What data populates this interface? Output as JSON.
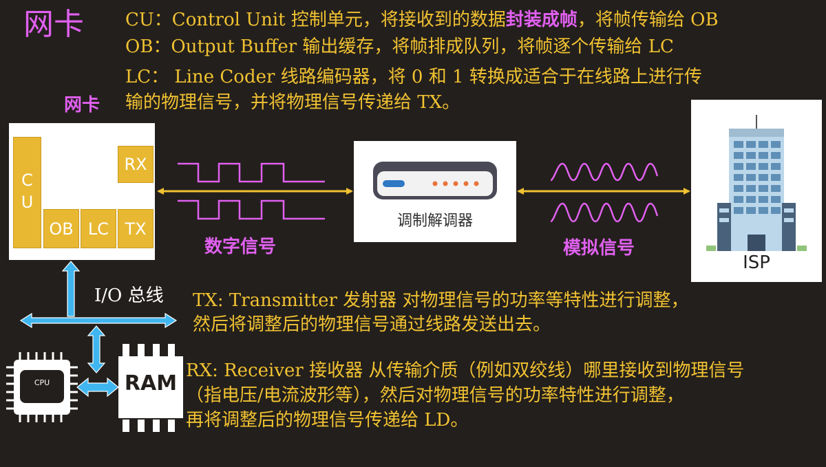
{
  "title": "网卡",
  "cu_line": {
    "prefix": "CU：Control Unit 控制单元，将接收到的数据",
    "highlight": "封装成帧",
    "suffix": "，将帧传输给 OB"
  },
  "ob_line": "OB：Output Buffer 输出缓存，将帧排成队列，将帧逐个传输给 LC",
  "lc_line1": "LC： Line Coder 线路编码器，将 0 和 1 转换成适合于在线路上进行传",
  "lc_line2": "输的物理信号，并将物理信号传递给 TX。",
  "nic_label": "网卡",
  "blocks": {
    "cu": "CU",
    "rx": "RX",
    "ob": "OB",
    "lc": "LC",
    "tx": "TX"
  },
  "digital_label": "数字信号",
  "analog_label": "模拟信号",
  "modem_label": "调制解调器",
  "isp_label": "ISP",
  "bus_label": "I/O 总线",
  "tx_desc1": "TX: Transmitter 发射器 对物理信号的功率等特性进行调整，",
  "tx_desc2": "然后将调整后的物理信号通过线路发送出去。",
  "rx_desc1": "RX: Receiver 接收器 从传输介质（例如双绞线）哪里接收到物理信号",
  "rx_desc2": "（指电压/电流波形等），然后对物理信号的功率特性进行调整，",
  "rx_desc3": "再将调整后的物理信号传递给 LD。",
  "cpu_label": "CPU",
  "ram_label": "RAM",
  "colors": {
    "background": "#231f1c",
    "text_yellow": "#f1c232",
    "pink": "#e060ef",
    "block": "#e8b832",
    "bus_blue": "#3fb6ef",
    "arrow_gold": "#f1c232"
  }
}
